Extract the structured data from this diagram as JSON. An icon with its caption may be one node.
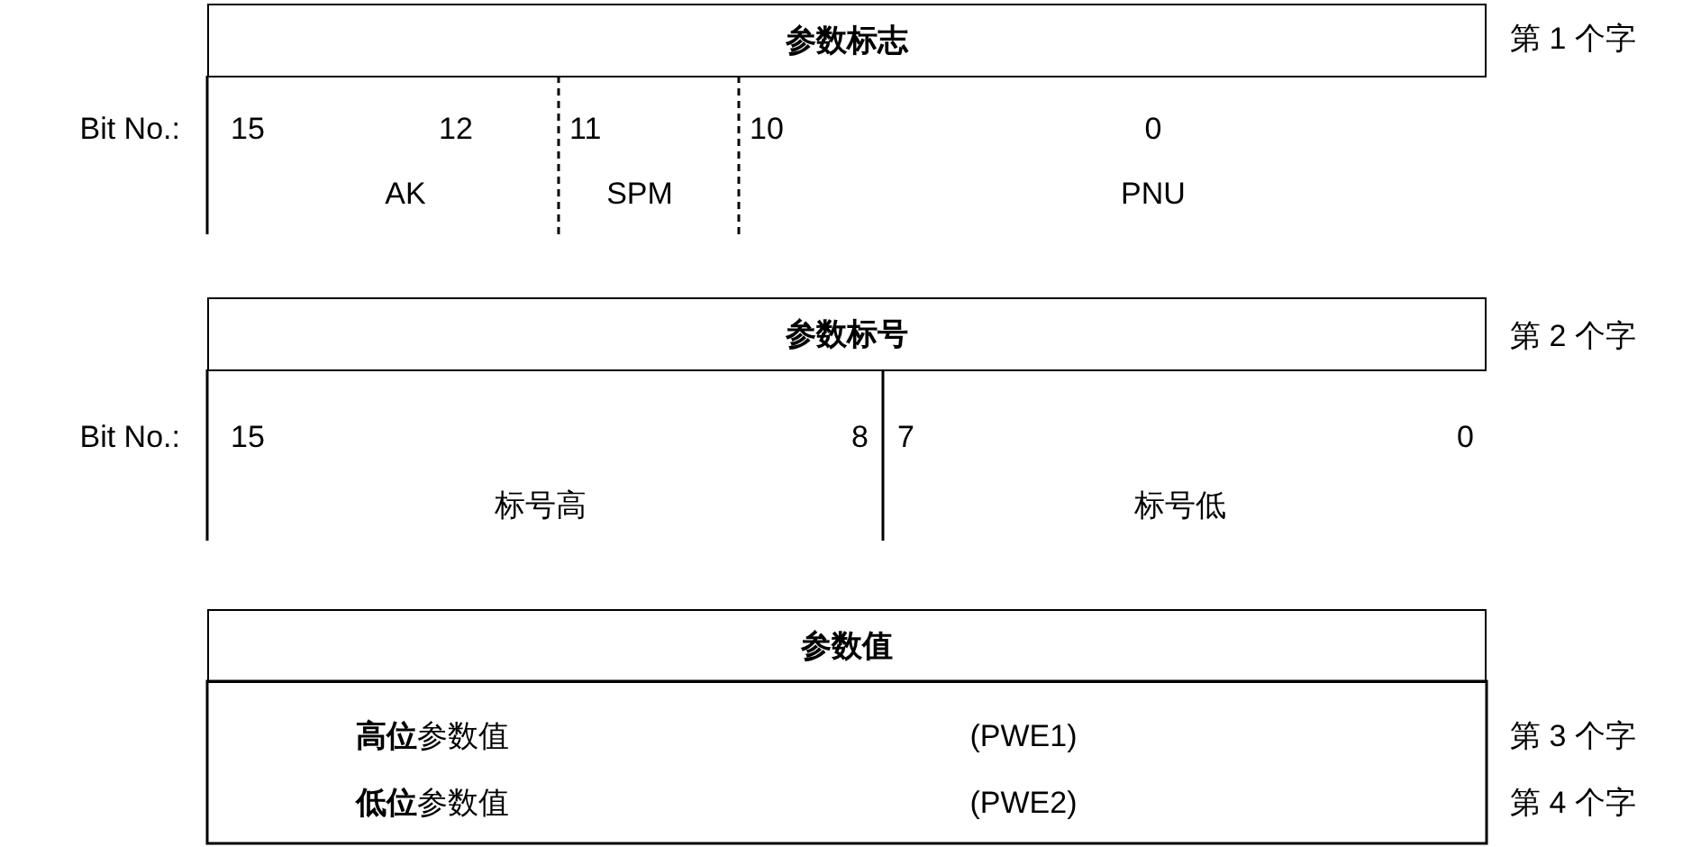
{
  "diagram": {
    "labels": [
      "参数标志",
      "第 1 个字",
      "Bit No.:",
      "15",
      "12",
      "11",
      "10",
      "0",
      "AK",
      "SPM",
      "PNU",
      "参数标号",
      "第 2 个字",
      "Bit No.:",
      "15",
      "8",
      "7",
      "0",
      "标号高",
      "标号低",
      "参数值",
      "**高位**参数值",
      "(PWE1)",
      "第 3 个字",
      "**低位**参数值",
      "(PWE2)",
      "第 4 个字"
    ]
  }
}
